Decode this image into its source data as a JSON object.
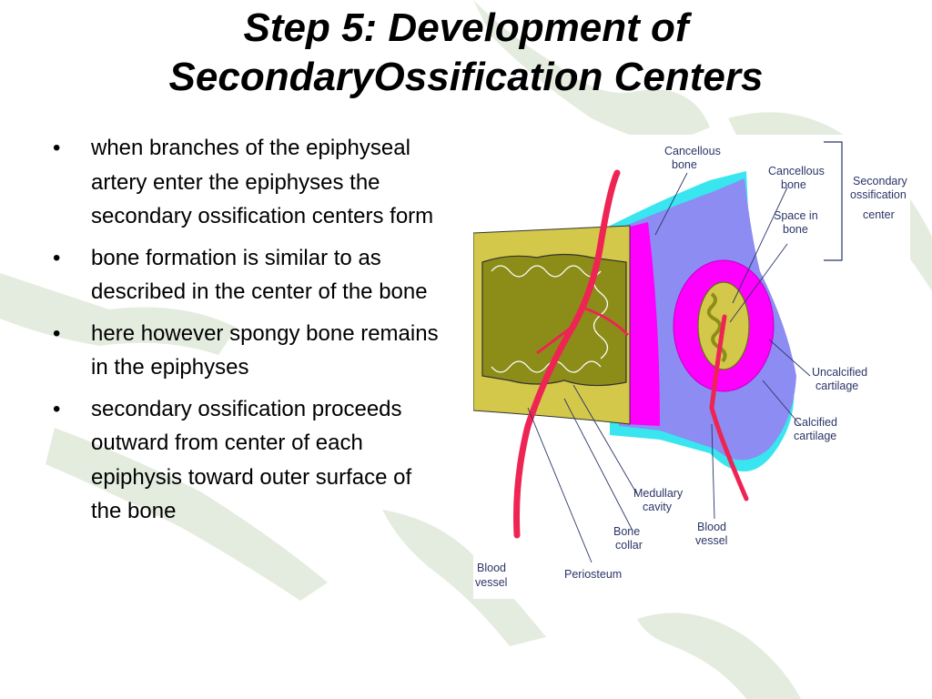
{
  "slide": {
    "title_line1": "Step 5: Development of",
    "title_line2": "SecondaryOssification Centers"
  },
  "bullets": [
    "when branches of the epiphyseal artery enter the epiphyses the secondary ossification centers form",
    "bone formation is similar to as described in the center of the bone",
    "here however spongy bone remains in the epiphyses",
    "secondary ossification proceeds outward from center of each epiphysis toward outer surface of the bone"
  ],
  "diagram": {
    "labels": {
      "cancellous_bone_top": [
        "Cancellous",
        "bone"
      ],
      "cancellous_bone_right": [
        "Cancellous",
        "bone"
      ],
      "secondary_ossification_center": [
        "Secondary",
        "ossification",
        "center"
      ],
      "space_in_bone": [
        "Space in",
        "bone"
      ],
      "uncalcified_cartilage": [
        "Uncalcified",
        "cartilage"
      ],
      "calcified_cartilage": [
        "Calcified",
        "cartilage"
      ],
      "medullary_cavity": [
        "Medullary",
        "cavity"
      ],
      "bone_collar": [
        "Bone",
        "collar"
      ],
      "blood_vessel_right": [
        "Blood",
        "vessel"
      ],
      "periosteum": [
        "Periosteum"
      ],
      "blood_vessel_left": [
        "Blood",
        "vessel"
      ]
    },
    "colors": {
      "cartilage": "#8c8cf2",
      "calcified": "#ff00ff",
      "periosteum": "#39e6f0",
      "bone_collar": "#d3c84a",
      "cancellous": "#8c8d18",
      "vessel": "#ee2454",
      "label_text": "#2b3567"
    }
  }
}
